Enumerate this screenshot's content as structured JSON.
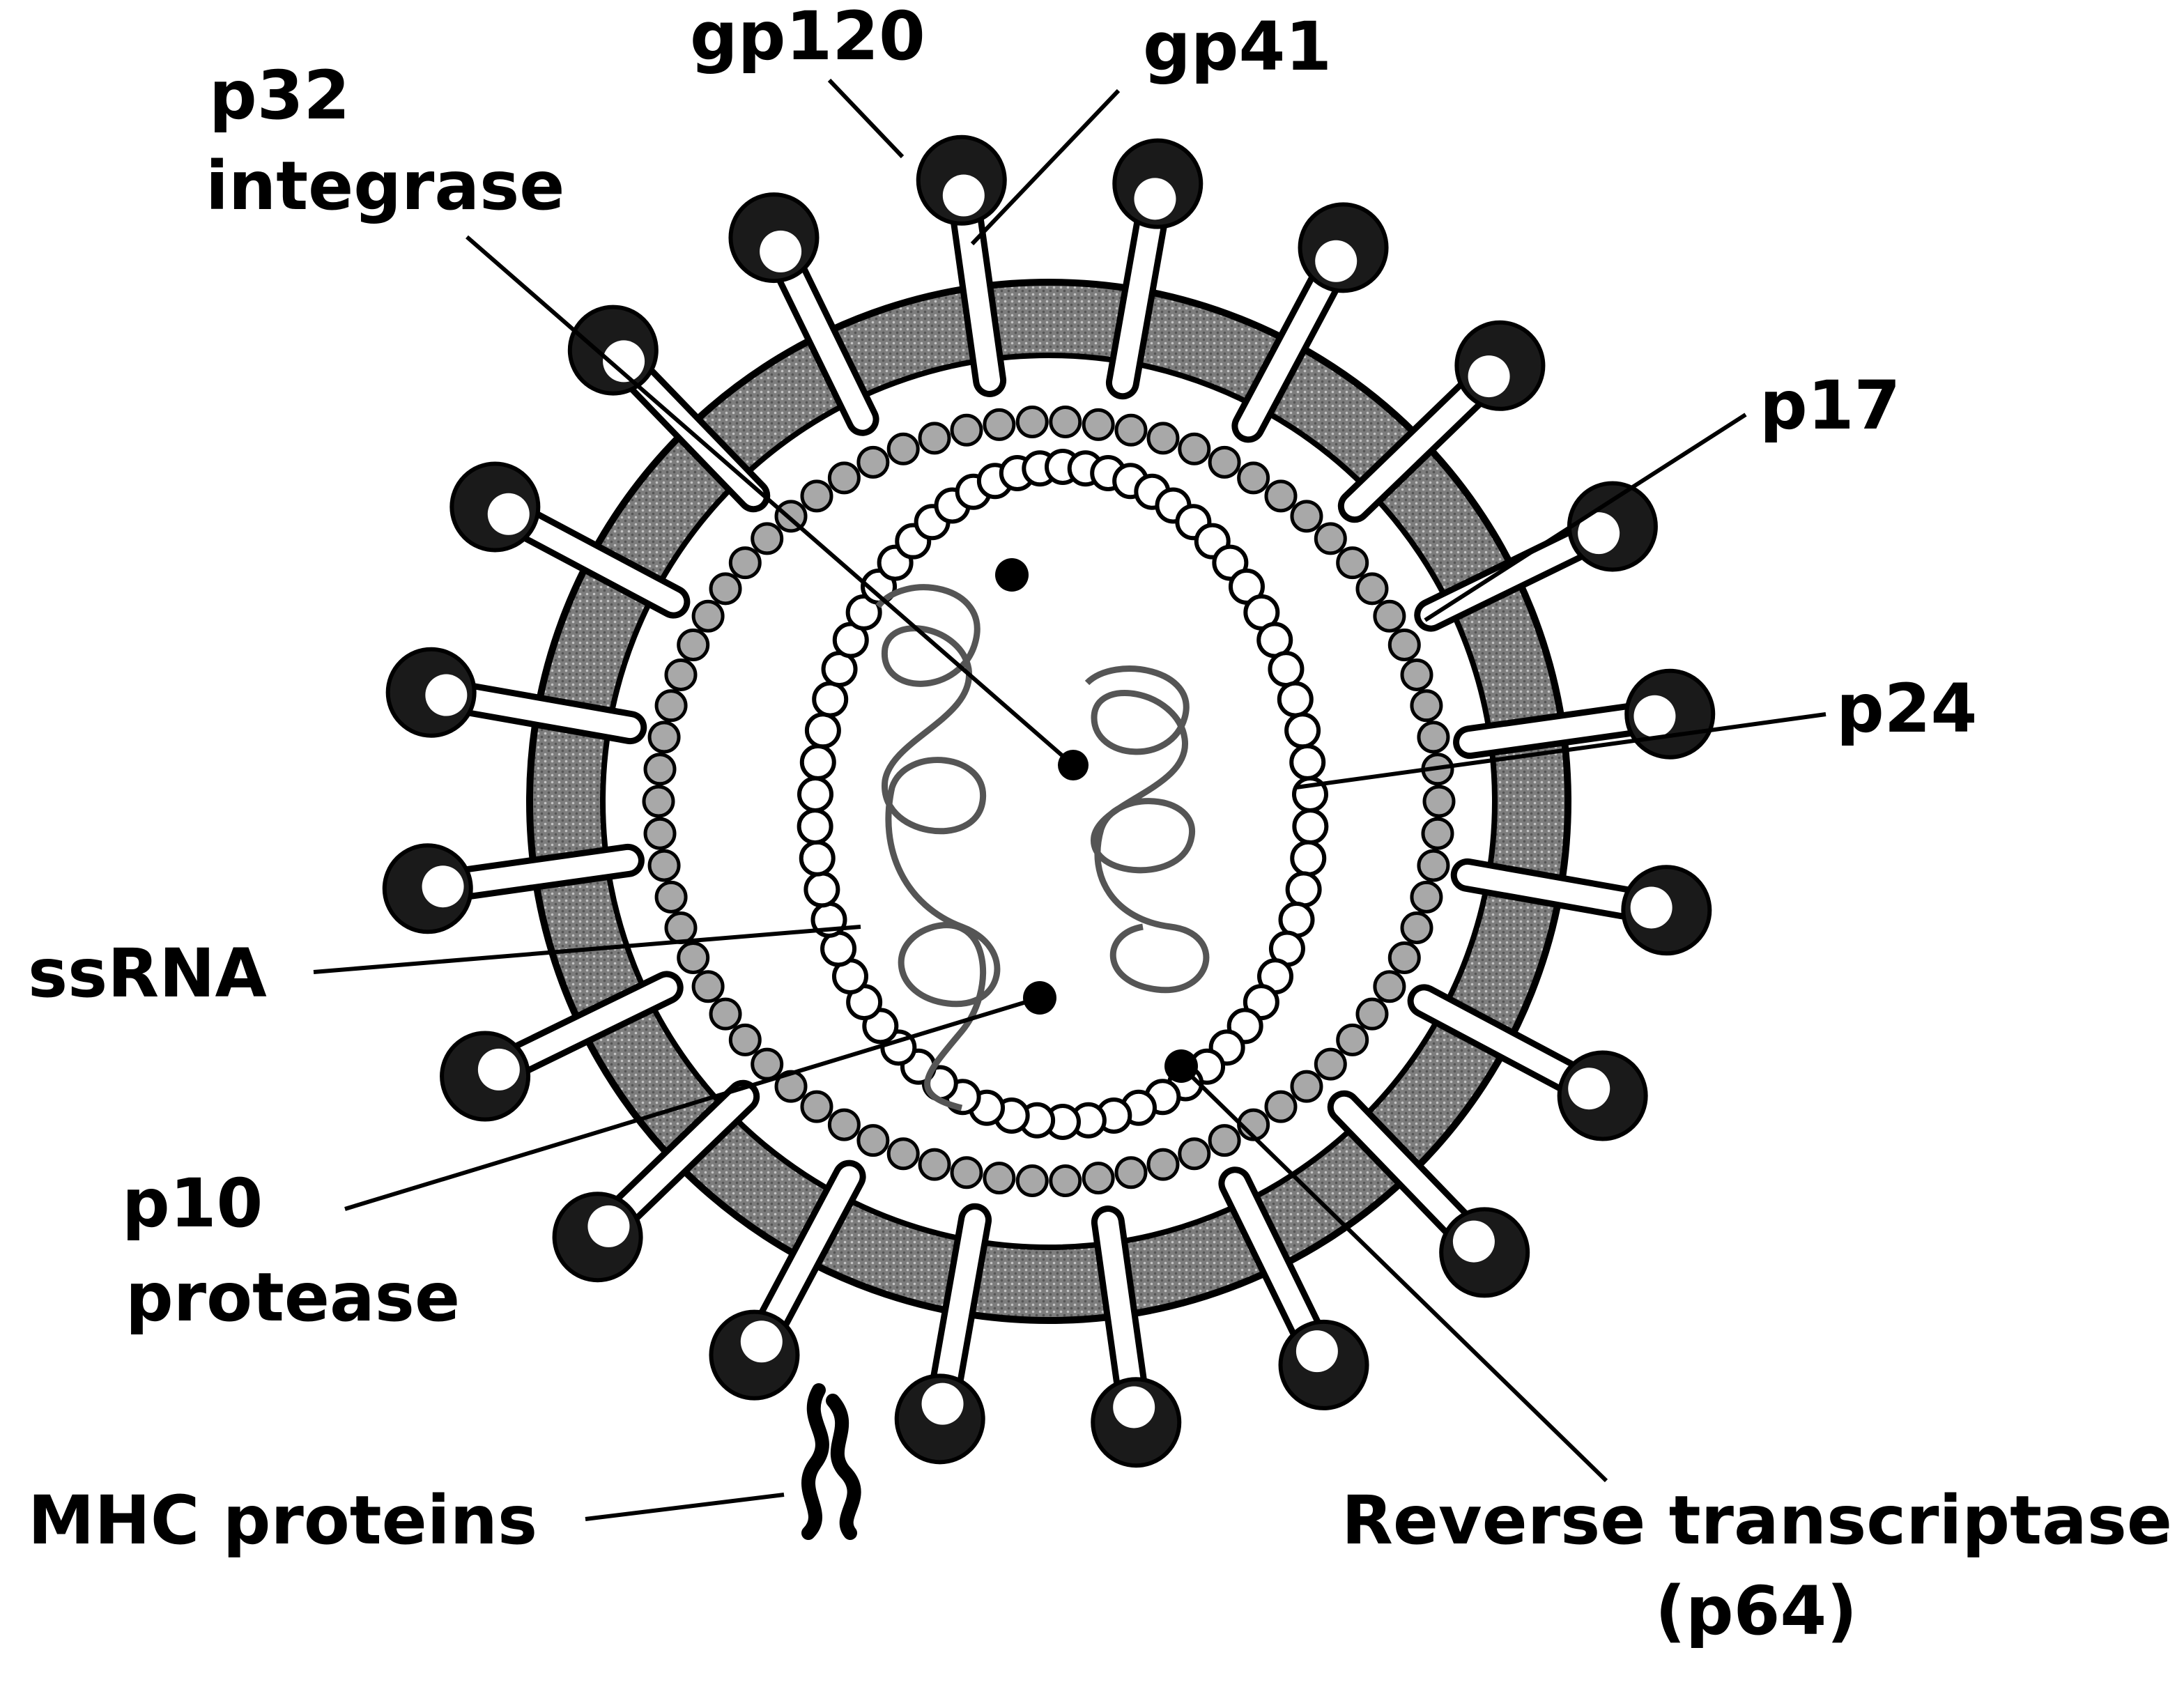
{
  "diagram": {
    "labels": {
      "gp120": "gp120",
      "gp41": "gp41",
      "p32_line1": "p32",
      "p32_line2": "integrase",
      "p17": "p17",
      "p24": "p24",
      "ssRNA": "ssRNA",
      "p10_line1": "p10",
      "p10_line2": "protease",
      "mhc": "MHC proteins",
      "rt_line1": "Reverse transcriptase",
      "rt_line2": "(p64)"
    },
    "colors": {
      "ink": "#000000",
      "envelope": "#8a8a8a",
      "background": "#ffffff"
    }
  }
}
